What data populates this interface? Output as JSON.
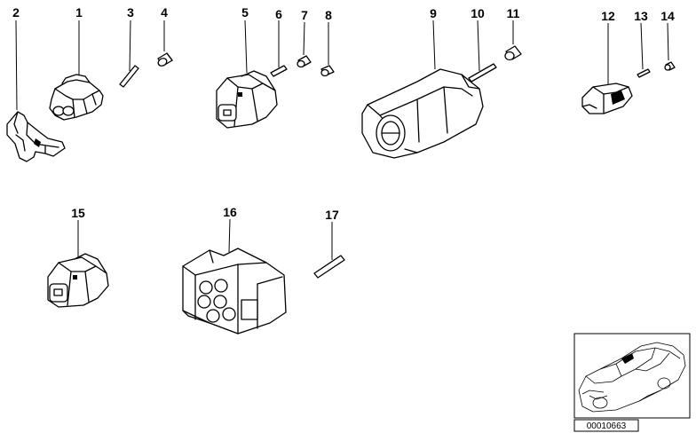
{
  "callouts": {
    "c1": "1",
    "c2": "2",
    "c3": "3",
    "c4": "4",
    "c5": "5",
    "c6": "6",
    "c7": "7",
    "c8": "8",
    "c9": "9",
    "c10": "10",
    "c11": "11",
    "c12": "12",
    "c13": "13",
    "c14": "14",
    "c15": "15",
    "c16": "16",
    "c17": "17"
  },
  "reference_code": "00010663"
}
